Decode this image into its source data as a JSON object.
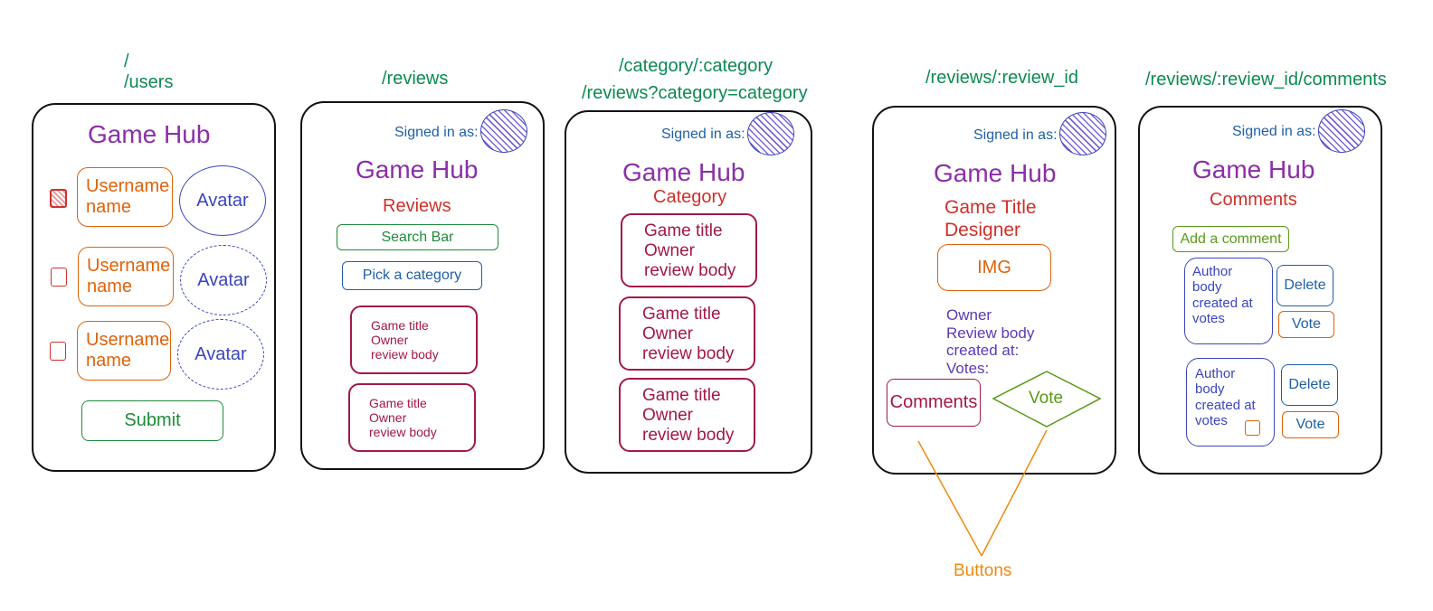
{
  "colors": {
    "route": "#0b8a52",
    "title": "#8b2fa8",
    "subtitle": "#d0302a",
    "signed": "#1f5fa8",
    "orange": "#e0620a",
    "avatar": "#3a45c0",
    "green": "#1f8b3a",
    "crimson": "#a3174a",
    "lime": "#5a9a1a",
    "annotation": "#ef8a14"
  },
  "screens": {
    "users": {
      "route_line1": "/",
      "route_line2": "/users",
      "title": "Game Hub",
      "username_label": "Username name",
      "avatar_label": "Avatar",
      "submit_label": "Submit"
    },
    "reviews": {
      "route": "/reviews",
      "signed_in": "Signed in as:",
      "title": "Game Hub",
      "subtitle": "Reviews",
      "search_bar": "Search Bar",
      "pick_category": "Pick a category",
      "card_lines": [
        "Game title",
        "Owner",
        "review body"
      ]
    },
    "category": {
      "route_line1": "/category/:category",
      "route_line2": "/reviews?category=category",
      "signed_in": "Signed in as:",
      "title": "Game Hub",
      "subtitle": "Category",
      "card_lines": [
        "Game title",
        "Owner",
        "review body"
      ]
    },
    "review": {
      "route": "/reviews/:review_id",
      "signed_in": "Signed in as:",
      "title": "Game Hub",
      "subtitle_lines": [
        "Game Title",
        "Designer"
      ],
      "img_label": "IMG",
      "info_lines": [
        "Owner",
        "Review body",
        "created at:",
        "Votes:"
      ],
      "comments_button": "Comments",
      "vote_button": "Vote"
    },
    "comments": {
      "route": "/reviews/:review_id/comments",
      "signed_in": "Signed in as:",
      "title": "Game Hub",
      "subtitle": "Comments",
      "add_comment": "Add a comment",
      "comment_lines": [
        "Author",
        "body",
        "created at",
        "votes"
      ],
      "delete_label": "Delete",
      "vote_label": "Vote"
    }
  },
  "annotation": {
    "label": "Buttons"
  }
}
